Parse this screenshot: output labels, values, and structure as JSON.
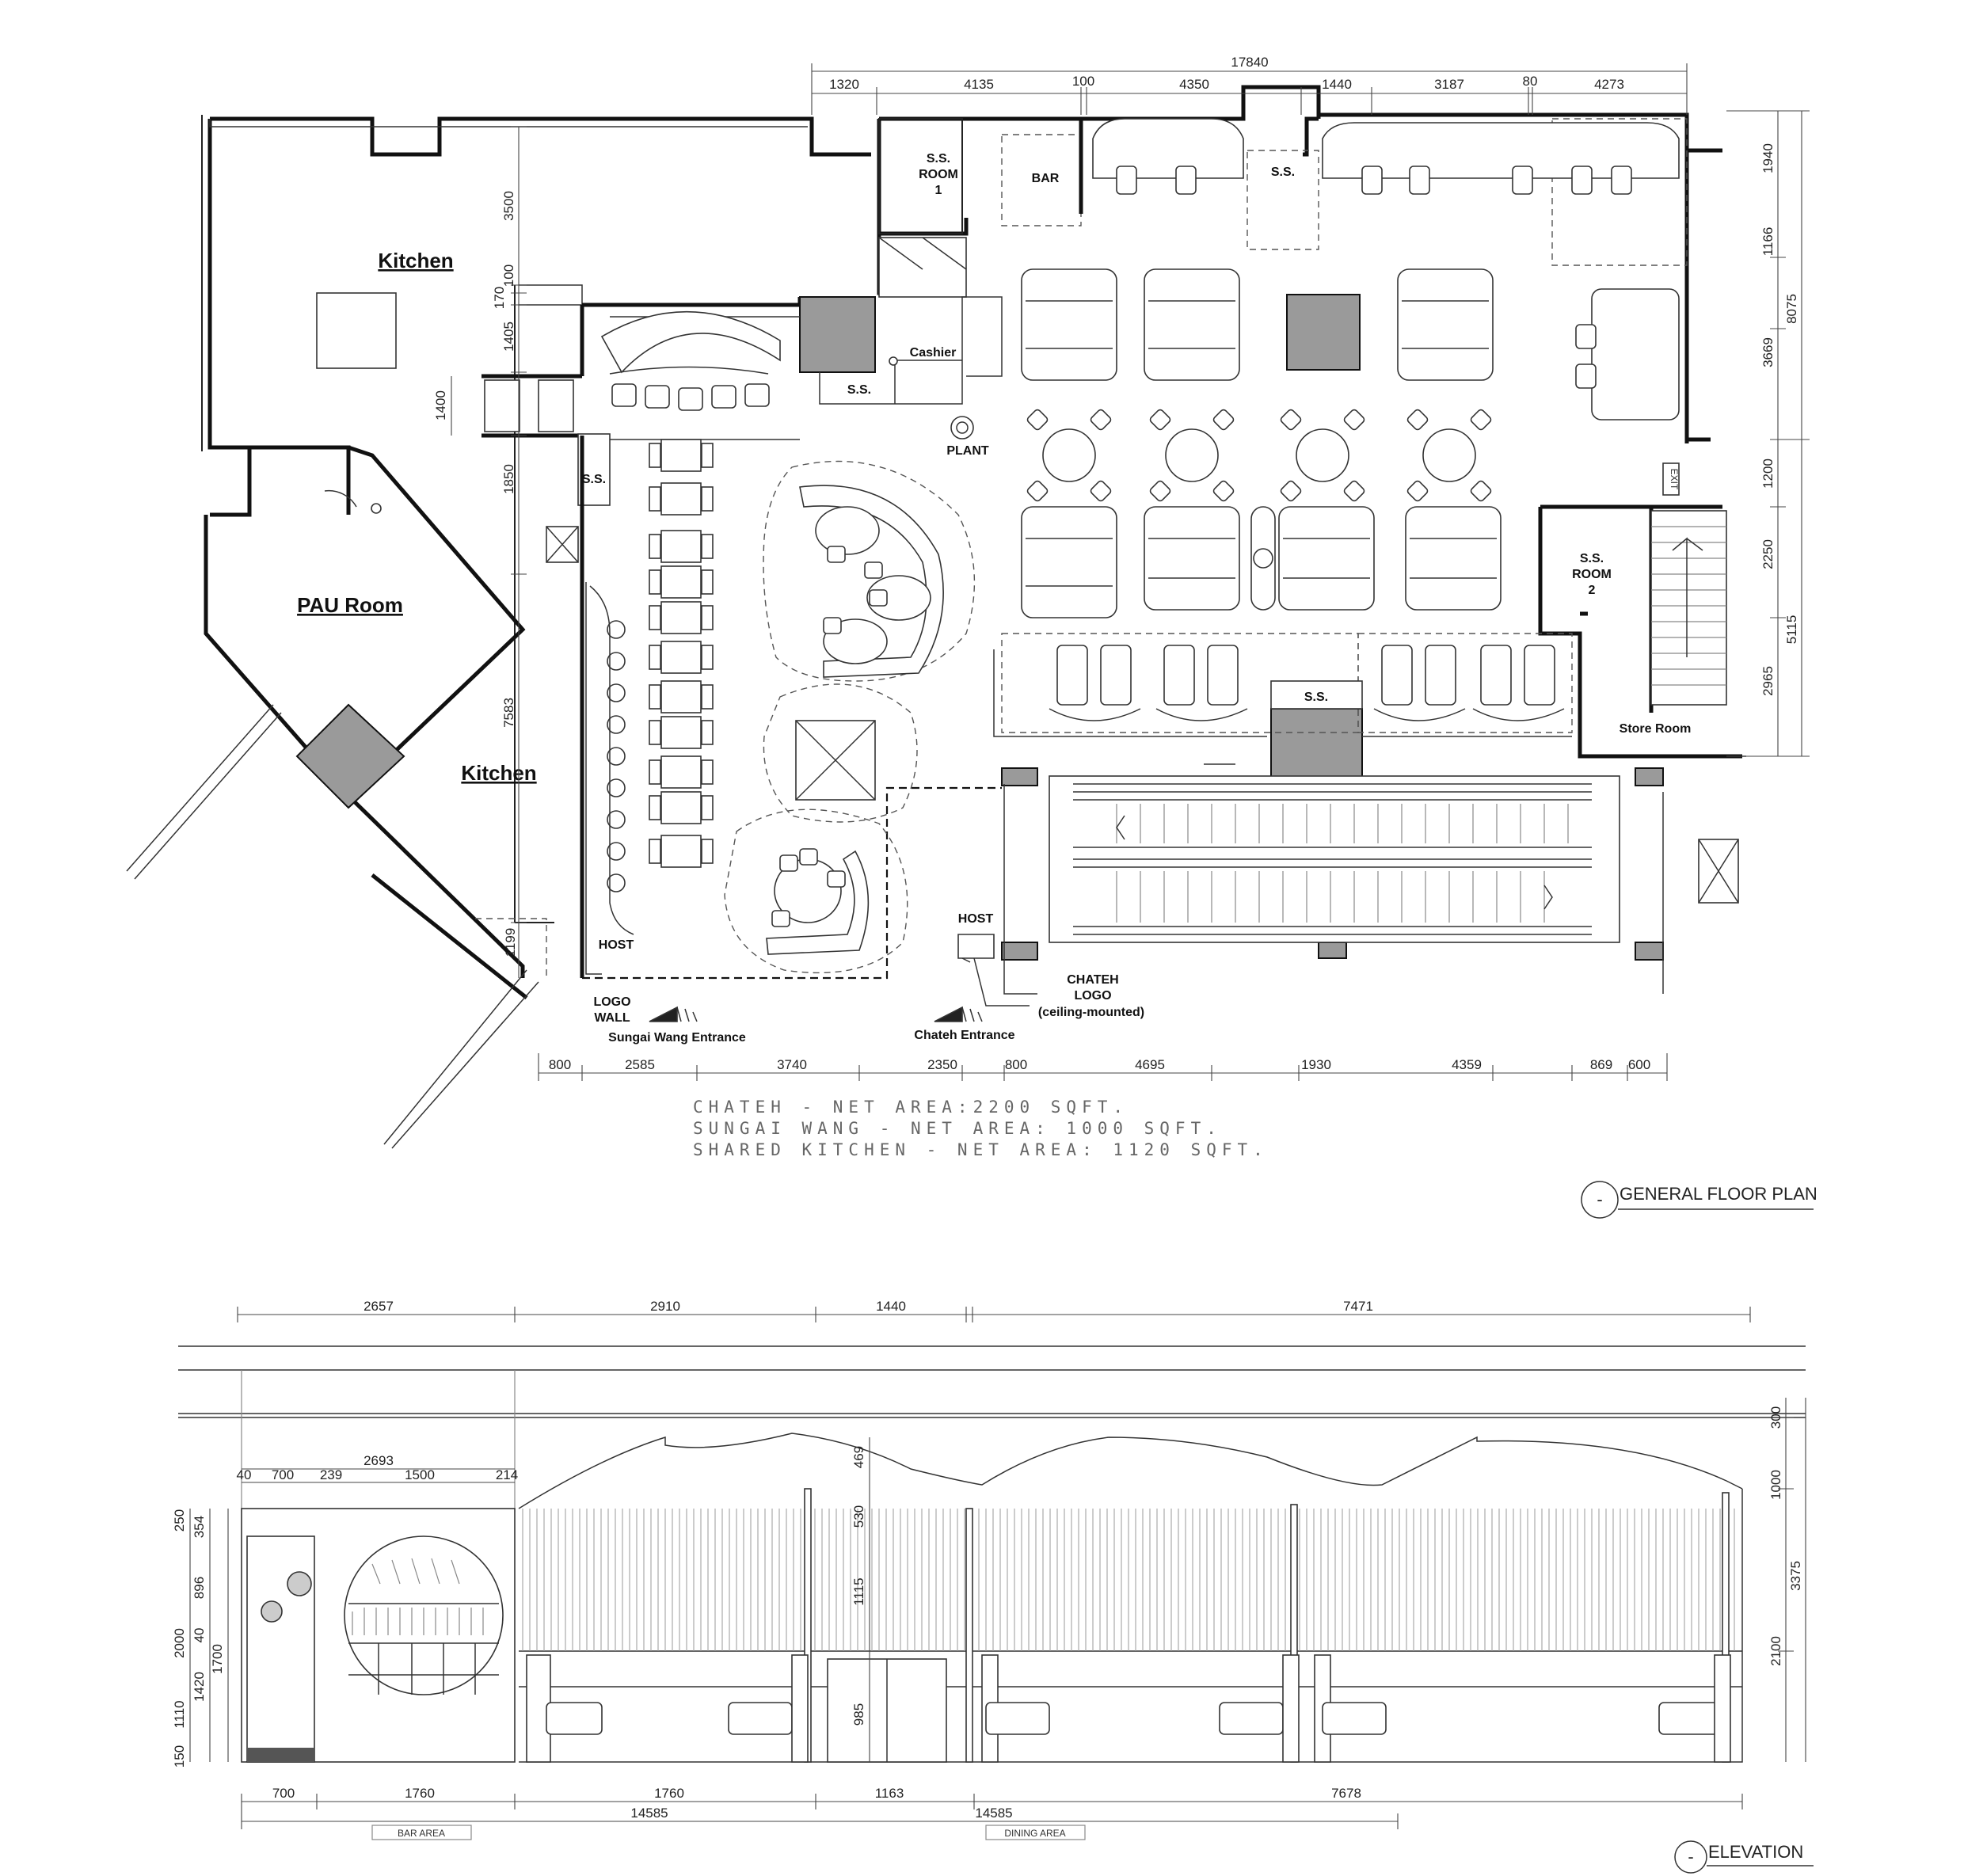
{
  "plan": {
    "rooms": {
      "kitchen_top": "Kitchen",
      "kitchen_mid": "Kitchen",
      "pau_room": "PAU Room",
      "ss_room1_a": "S.S.",
      "ss_room1_b": "ROOM",
      "ss_room1_c": "1",
      "bar": "BAR",
      "ss_top": "S.S.",
      "cashier": "Cashier",
      "ss_cashier": "S.S.",
      "plant": "PLANT",
      "ss_left": "S.S.",
      "ss_room2_a": "S.S.",
      "ss_room2_b": "ROOM",
      "ss_room2_c": "2",
      "ss_bottom": "S.S.",
      "store_room": "Store Room",
      "host_left": "HOST",
      "host_right": "HOST",
      "logo_wall_a": "LOGO",
      "logo_wall_b": "WALL",
      "chateh_logo_a": "CHATEH",
      "chateh_logo_b": "LOGO",
      "chateh_logo_c": "(ceiling-mounted)",
      "sungai_entrance": "Sungai Wang Entrance",
      "chateh_entrance": "Chateh Entrance",
      "exit": "EXIT"
    },
    "dims_top": {
      "total": "17840",
      "d1": "1320",
      "d2": "4135",
      "d3": "100",
      "d4": "4350",
      "d5": "1440",
      "d6": "3187",
      "d7": "80",
      "d8": "4273"
    },
    "dims_right": {
      "r1": "1940",
      "r2": "1166",
      "r3": "3669",
      "r4": "1200",
      "r5": "2250",
      "r6": "2965",
      "total_a": "8075",
      "total_b": "5115"
    },
    "dims_left": {
      "l1": "3500",
      "l2": "100",
      "l3": "170",
      "l4": "1405",
      "l5": "1400",
      "l6": "1850",
      "l7": "7583",
      "l8": "1199"
    },
    "dims_bottom": {
      "b1": "800",
      "b2": "2585",
      "b3": "3740",
      "b4": "2350",
      "b5": "800",
      "b6": "4695",
      "b7": "1930",
      "b8": "4359",
      "b9": "869",
      "b10": "600"
    },
    "areas": [
      "CHATEH - NET AREA:2200 SQFT.",
      "SUNGAI WANG - NET AREA: 1000 SQFT.",
      "SHARED KITCHEN - NET AREA: 1120 SQFT."
    ],
    "title_marker": "-",
    "title": "GENERAL FLOOR PLAN"
  },
  "elevation": {
    "dims_top": {
      "t1": "2657",
      "t2": "2910",
      "t3": "1440",
      "t4": "7471"
    },
    "dims_bar_top": {
      "total": "2693",
      "a": "40",
      "b": "700",
      "c": "239",
      "d": "1500",
      "e": "214"
    },
    "dims_left": {
      "a": "250",
      "b": "354",
      "c": "896",
      "d": "40",
      "e": "2000",
      "f": "1700",
      "g": "1420",
      "h": "1110",
      "i": "150"
    },
    "dims_center": {
      "a": "469",
      "b": "530",
      "c": "1115",
      "d": "985"
    },
    "dims_right": {
      "a": "300",
      "b": "1000",
      "c": "3375",
      "d": "2100"
    },
    "dims_bottom": {
      "a": "700",
      "b": "1760",
      "c": "1760",
      "d": "1163",
      "e": "7678"
    },
    "dims_total": {
      "a": "14585",
      "b": "14585"
    },
    "bar_area": "BAR AREA",
    "dining_area": "DINING AREA",
    "title_marker": "-",
    "title": "ELEVATION"
  }
}
